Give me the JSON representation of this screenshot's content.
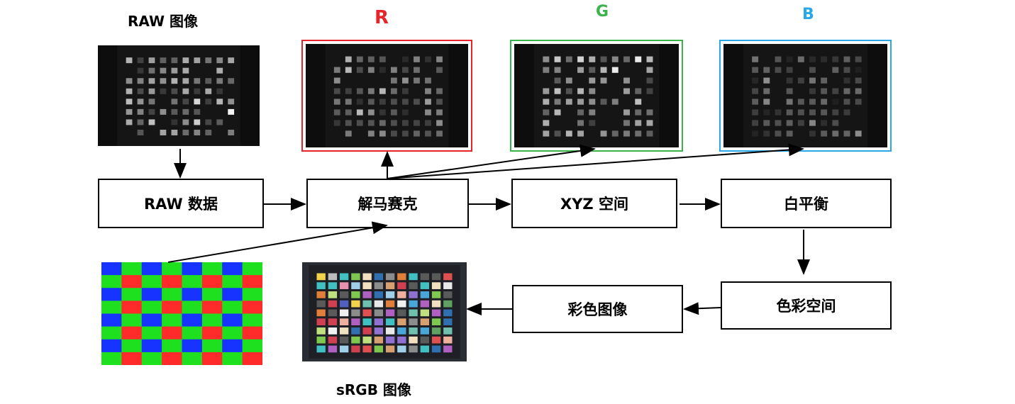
{
  "labels": {
    "raw_image": "RAW  图像",
    "r": "R",
    "g": "G",
    "b": "B",
    "srgb_image": "sRGB  图像"
  },
  "boxes": {
    "raw_data": "RAW  数据",
    "demosaic": "解马赛克",
    "xyz_space": "XYZ  空间",
    "white_balance": "白平衡",
    "color_space": "色彩空间",
    "color_image": "彩色图像"
  },
  "colors": {
    "r": "#e8242b",
    "g": "#3ab34a",
    "b": "#2aa7e6",
    "bayer_red": "#ff2a2a",
    "bayer_green": "#1ee01e",
    "bayer_blue": "#1733ff"
  },
  "icons": {
    "arrows": "black-line-arrows",
    "raw_image": "grayscale-color-checker-thumbnail",
    "r_image": "red-channel-color-checker-thumbnail",
    "g_image": "green-channel-color-checker-thumbnail",
    "b_image": "blue-channel-color-checker-thumbnail",
    "bayer": "bayer-pattern-mosaic",
    "srgb_image": "color-checker-chart"
  }
}
